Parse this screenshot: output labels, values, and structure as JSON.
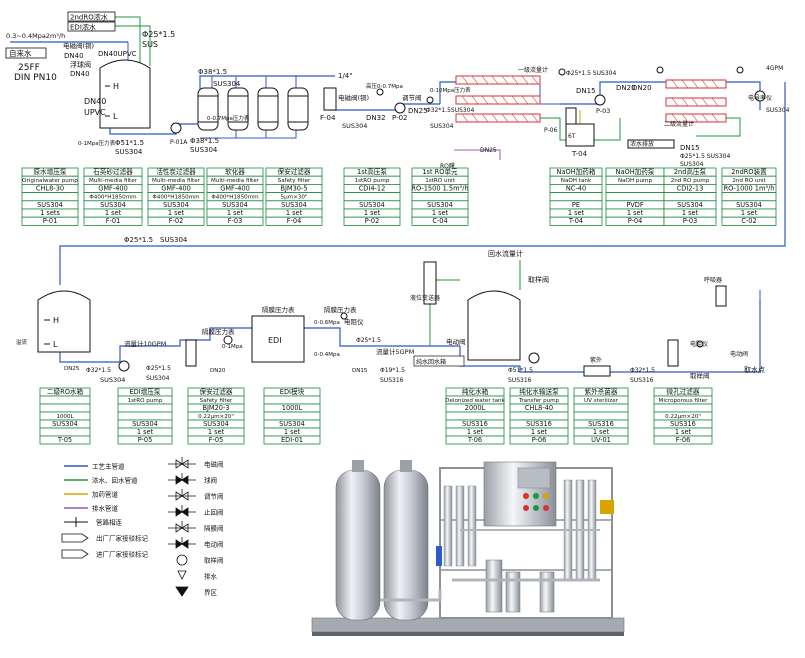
{
  "colors": {
    "process": "#2f58c9",
    "concentrate": "#1a9a3c",
    "dosing": "#d9a400",
    "drain": "#9b59b6",
    "table_green": "#1a8a3a",
    "steel": "#c8ccd2"
  },
  "top": {
    "inlet_pressure": "0.3~0.4Mpa2m³/h",
    "inlet_label": "自来水",
    "flange": "25FF",
    "flange_std": "DIN PN10",
    "rec_2ndro": "2ndRO浓水",
    "rec_edi": "EDI浓水",
    "pipe_main": "Φ25*1.5",
    "pipe_main_mat": "SUS",
    "valve_elec": "电磁阀(铜)",
    "dn40_a": "DN40",
    "dn40_b": "DN40",
    "dn40_c": "DN40",
    "dn40_upvc": "DN40UPVC",
    "float_valve": "浮球阀",
    "tank_h": "H",
    "tank_l": "L",
    "dn40_tank": "DN40",
    "upvc": "UPVC",
    "dn25": "DN25",
    "gauge_01": "0-1Mpa压力表",
    "pump_p01": "P-01A",
    "pipe_38": "Φ38*1.5",
    "sus304": "SUS304",
    "pipe_51": "Φ51*1.5",
    "gauge_0_6": "0-0.7Mpa压力表",
    "inch_14": "1/4\"",
    "f04": "F-04",
    "dn32": "DN32",
    "p02": "P-02",
    "valve_adj": "调节阀",
    "gauge_hp": "高压0-0.7Mpa",
    "p06": "P-06",
    "t04": "T-04",
    "dn15": "DN15",
    "p03": "P-03",
    "dn20": "DN20",
    "pipe_25_top": "Φ25*1.5 SUS304",
    "drain_label": "浓水排放",
    "gpm": "4GPM",
    "cond_meter": "电导率仪",
    "gauge_10": "0-10Mpa压力表",
    "pipe_32_top": "Φ32*1.5SUS304",
    "flow_1st": "一级流量计",
    "flow_2nd": "二级流量计",
    "dn25b": "DN25",
    "ro_label": "RO膜",
    "dosing_tank_num": "6T",
    "pipe_s3": "Φ25*1.5 SUS304"
  },
  "tables_top": [
    {
      "title": "原水增压泵",
      "sub": "Originalwater pump",
      "model": "CHL8-30",
      "mat": "SUS304",
      "qty": "1 sets",
      "code": "P-01"
    },
    {
      "title": "石英砂过滤器",
      "sub": "Multi-media filter",
      "model": "GMF-400",
      "size": "Φ400*H1850mm",
      "mat": "SUS304",
      "qty": "1 set",
      "code": "F-01"
    },
    {
      "title": "活性炭过滤器",
      "sub": "Multi-media filter",
      "model": "GMF-400",
      "size": "Φ400*H1850mm",
      "mat": "SUS304",
      "qty": "1 set",
      "code": "F-02"
    },
    {
      "title": "软化器",
      "sub": "Multi-media filter",
      "model": "GMF-400",
      "size": "Φ400*H1850mm",
      "mat": "SUS304",
      "qty": "1 set",
      "code": "F-03"
    },
    {
      "title": "保安过滤器",
      "sub": "Safety filter",
      "model": "BJM30-5",
      "size": "5μm×30\"",
      "mat": "SUS304",
      "qty": "1 set",
      "code": "F-04"
    },
    {
      "title": "1st高压泵",
      "sub": "1stRO pump",
      "model": "CDI4-12",
      "mat": "SUS304",
      "qty": "1 set",
      "code": "P-02"
    },
    {
      "title": "1st RO单元",
      "sub": "1stRO unit",
      "model": "RO-1500 1.5m³/h",
      "mat": "SUS304",
      "qty": "1 set",
      "code": "C-04"
    },
    {
      "title": "NaOH加药箱",
      "sub": "NaOH tank",
      "model": "NC-40",
      "mat": "PE",
      "qty": "1 set",
      "code": "T-04"
    },
    {
      "title": "NaOH加药泵",
      "sub": "NaOH pump",
      "model": "",
      "mat": "PVDF",
      "qty": "1 set",
      "code": "P-04"
    },
    {
      "title": "2nd高压泵",
      "sub": "2nd RO pump",
      "model": "CDI2-13",
      "mat": "SUS304",
      "qty": "1 set",
      "code": "P-03"
    },
    {
      "title": "2ndRO装置",
      "sub": "2nd RO unit",
      "model": "RO-1000 1m³/h",
      "mat": "SUS304",
      "qty": "1 set",
      "code": "C-02"
    }
  ],
  "tables_bottom": [
    {
      "title": "二级RO水箱",
      "sub": "",
      "model": "",
      "size": "1000L",
      "mat": "SUS304",
      "qty": "",
      "code": "T-05"
    },
    {
      "title": "EDI增压泵",
      "sub": "1stRO pump",
      "model": "",
      "size": "",
      "mat": "SUS304",
      "qty": "1 set",
      "code": "P-05"
    },
    {
      "title": "保安过滤器",
      "sub": "Safety filter",
      "model": "BJM20-3",
      "size": "0.22μm×20\"",
      "mat": "SUS304",
      "qty": "1 set",
      "code": "F-05"
    },
    {
      "title": "EDI模块",
      "sub": "",
      "model": "1000L",
      "size": "",
      "mat": "SUS304",
      "qty": "1 set",
      "code": "EDI-01"
    },
    {
      "title": "纯化水箱",
      "sub": "Deionized water tank",
      "model": "2000L",
      "size": "",
      "mat": "SUS316",
      "qty": "1 set",
      "code": "T-06"
    },
    {
      "title": "纯化水输送泵",
      "sub": "Transfer pump",
      "model": "CHL8-40",
      "size": "",
      "mat": "SUS316",
      "qty": "1 set",
      "code": "P-06"
    },
    {
      "title": "紫外杀菌器",
      "sub": "UV sterilizer",
      "model": "",
      "size": "",
      "mat": "SUS316",
      "qty": "1 set",
      "code": "UV-01"
    },
    {
      "title": "微孔过滤器",
      "sub": "Microporous filter",
      "model": "",
      "size": "0.22μm×20\"",
      "mat": "SUS316",
      "qty": "1 set",
      "code": "F-06"
    }
  ],
  "mid": {
    "pipe_25": "Φ25*1.5",
    "pipe_25_mat": "SUS304",
    "return_flow": "回水流量计",
    "sample_valve": "取样阀",
    "tank_h": "H",
    "tank_l": "L",
    "overflow": "溢流",
    "flow_gpm": "流量计10GPM",
    "diaphragm_gauge": "隔膜压力表",
    "dn20": "DN20",
    "dn25": "DN25",
    "pipe_32": "Φ32*1.5",
    "sus304": "SUS304",
    "pipe_251": "Φ25*1.5",
    "level_indicator": "液位变送器",
    "cond_meter": "电阻仪",
    "flow_5gpm": "流量计5GPM",
    "dn15": "DN15",
    "pipe_19": "Φ19*1.5",
    "sus316": "SUS316",
    "return_water": "纯水回水箱",
    "elec_valve": "电动阀",
    "pipe_51": "Φ51*1.5",
    "pipe_32b": "Φ32*1.5",
    "sus316b": "SUS316",
    "resist": "电阻仪",
    "sample_pt": "取水点",
    "elec_valve2": "电动阀",
    "gauge_01": "0-1Mpa",
    "gauge_06": "0-0.6Mpa",
    "gauge_04": "0-0.4Mpa",
    "uv": "紫外",
    "breath_filter": "呼吸器",
    "edi_label": "EDI"
  },
  "legend_lines": [
    {
      "label": "工艺主管道",
      "color_key": "process"
    },
    {
      "label": "浓水、回水管道",
      "color_key": "concentrate"
    },
    {
      "label": "加药管道",
      "color_key": "dosing"
    },
    {
      "label": "排水管道",
      "color_key": "drain"
    }
  ],
  "legend_misc": [
    {
      "label": "管路相连"
    },
    {
      "label": "出厂厂家接驳标记"
    },
    {
      "label": "进厂厂家接驳标记"
    }
  ],
  "legend_valves": [
    {
      "label": "电磁阀"
    },
    {
      "label": "球阀"
    },
    {
      "label": "调节阀"
    },
    {
      "label": "止回阀"
    },
    {
      "label": "隔膜阀"
    },
    {
      "label": "电动阀"
    },
    {
      "label": "取样阀"
    },
    {
      "label": "排水"
    },
    {
      "label": "界区"
    }
  ]
}
